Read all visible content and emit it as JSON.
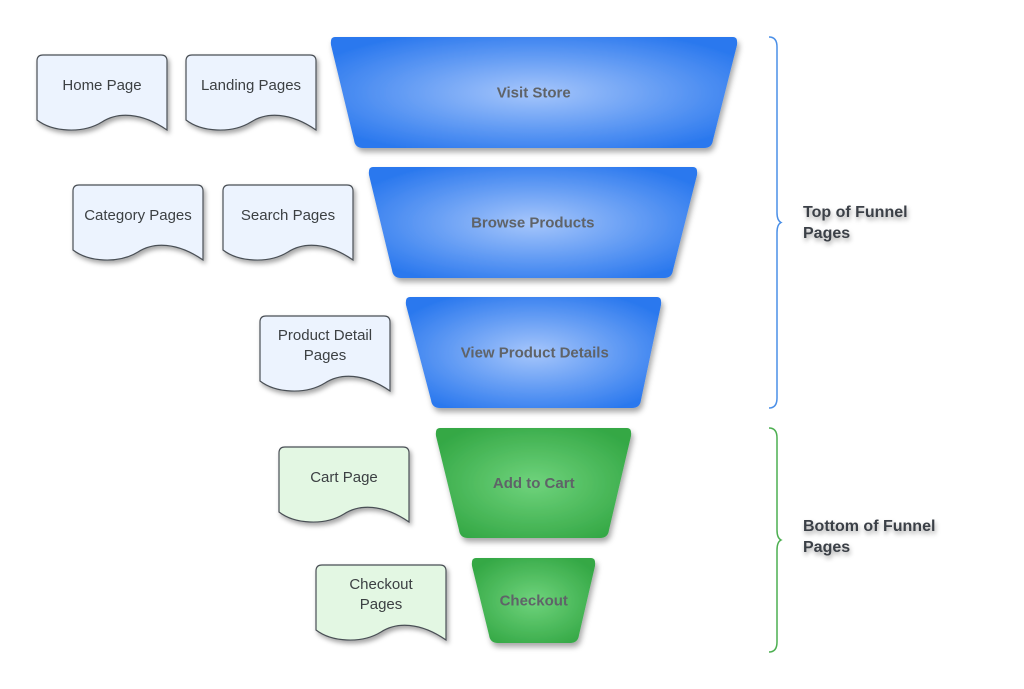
{
  "diagram": {
    "title": "",
    "colors": {
      "top_funnel_fill": "#2a78ee",
      "top_funnel_highlight": "#a6c6fb",
      "bottom_funnel_fill": "#34a845",
      "bottom_funnel_highlight": "#6fd37c",
      "top_doc_fill": "#ecf3fe",
      "bottom_doc_fill": "#e3f7e3",
      "top_bracket": "#4a8fe7",
      "bottom_bracket": "#4caf50",
      "stage_text": "#5f6368"
    },
    "stages": [
      {
        "label": "Visit Store",
        "group": "top"
      },
      {
        "label": "Browse Products",
        "group": "top"
      },
      {
        "label": "View Product Details",
        "group": "top"
      },
      {
        "label": "Add to Cart",
        "group": "bottom"
      },
      {
        "label": "Checkout",
        "group": "bottom"
      }
    ],
    "documents": [
      {
        "label": [
          "Home Page"
        ],
        "stage": 0,
        "group": "top"
      },
      {
        "label": [
          "Landing Pages"
        ],
        "stage": 0,
        "group": "top"
      },
      {
        "label": [
          "Category Pages"
        ],
        "stage": 1,
        "group": "top"
      },
      {
        "label": [
          "Search Pages"
        ],
        "stage": 1,
        "group": "top"
      },
      {
        "label": [
          "Product Detail",
          "Pages"
        ],
        "stage": 2,
        "group": "top"
      },
      {
        "label": [
          "Cart Page"
        ],
        "stage": 3,
        "group": "bottom"
      },
      {
        "label": [
          "Checkout",
          "Pages"
        ],
        "stage": 4,
        "group": "bottom"
      }
    ],
    "brackets": [
      {
        "label": [
          "Top of Funnel",
          "Pages"
        ],
        "group": "top"
      },
      {
        "label": [
          "Bottom of Funnel",
          "Pages"
        ],
        "group": "bottom"
      }
    ]
  }
}
